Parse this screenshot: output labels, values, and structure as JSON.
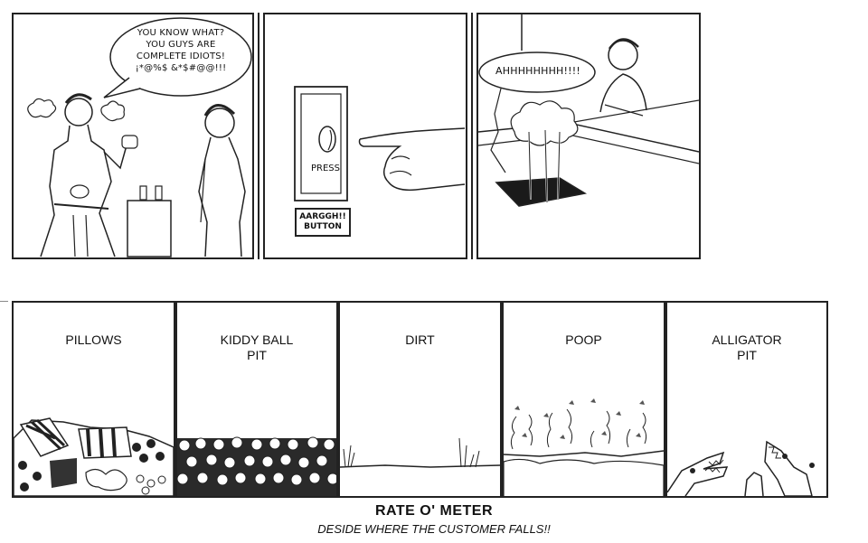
{
  "comic": {
    "panel1": {
      "speech": [
        "YOU KNOW WHAT?",
        "YOU GUYS ARE",
        "COMPLETE IDIOTS!",
        "¡*@%$ &*$#@@!!!"
      ]
    },
    "panel2": {
      "button_label": "PRESS",
      "sign": [
        "AARGGH!!",
        "BUTTON"
      ]
    },
    "panel3": {
      "speech": "AHHHHHHHH!!!!"
    }
  },
  "meter": {
    "options": [
      {
        "label_lines": [
          "PILLOWS"
        ]
      },
      {
        "label_lines": [
          "KIDDY BALL",
          "PIT"
        ]
      },
      {
        "label_lines": [
          "DIRT"
        ]
      },
      {
        "label_lines": [
          "POOP"
        ]
      },
      {
        "label_lines": [
          "ALLIGATOR",
          "PIT"
        ]
      }
    ],
    "title": "RATE O' METER",
    "subtitle": "DESIDE WHERE THE CUSTOMER FALLS!!"
  }
}
